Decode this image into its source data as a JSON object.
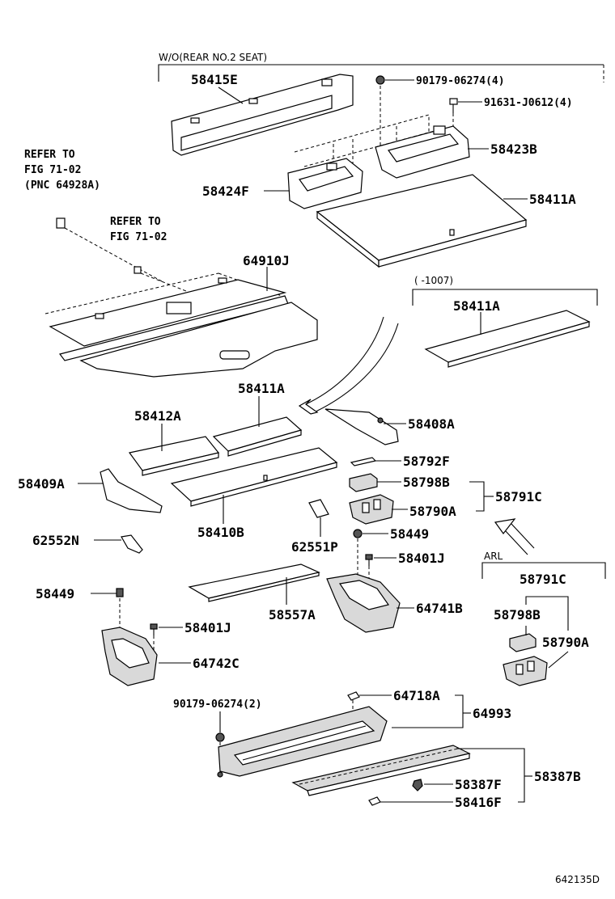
{
  "labels": {
    "wo_rear_seat": "W/O(REAR NO.2 SEAT)",
    "p58415E": "58415E",
    "p90179_4": "90179-06274(4)",
    "p91631": "91631-J0612(4)",
    "p58423B": "58423B",
    "refer1_a": "REFER TO",
    "refer1_b": "FIG 71-02",
    "refer1_c": "(PNC 64928A)",
    "p58424F": "58424F",
    "p58411A_top": "58411A",
    "refer2_a": "REFER TO",
    "refer2_b": "FIG 71-02",
    "p64910J": "64910J",
    "range_1007": "(    -1007)",
    "p58411A_mid": "58411A",
    "p58411A_center": "58411A",
    "p58412A": "58412A",
    "p58408A": "58408A",
    "p58792F": "58792F",
    "p58409A": "58409A",
    "p58798B_a": "58798B",
    "p58791C_a": "58791C",
    "p58790A_a": "58790A",
    "p58410B": "58410B",
    "p62552N": "62552N",
    "p58449_a": "58449",
    "p62551P": "62551P",
    "p58401J_a": "58401J",
    "arl": "ARL",
    "p58791C_b": "58791C",
    "p58449_b": "58449",
    "p64741B": "64741B",
    "p58798B_b": "58798B",
    "p58401J_b": "58401J",
    "p58557A": "58557A",
    "p58790A_b": "58790A",
    "p64742C": "64742C",
    "p90179_2": "90179-06274(2)",
    "p64718A": "64718A",
    "p64993": "64993",
    "p58387B": "58387B",
    "p58387F": "58387F",
    "p58416F": "58416F",
    "fig_code": "642135D"
  }
}
